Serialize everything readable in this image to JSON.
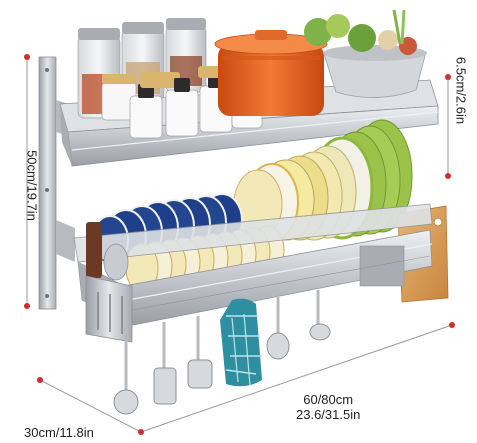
{
  "dimensions": {
    "height_label": "50cm/19.7in",
    "shelf_depth_label": "6.5cm/2.6in",
    "width_label_metric": "60/80cm",
    "width_label_imperial": "23.6/31.5in",
    "depth_label": "30cm/11.8in"
  },
  "colors": {
    "steel": "#c9ccd1",
    "steel_dark": "#8e9298",
    "plate_green": "#9bc34a",
    "plate_yellow": "#e9d96a",
    "plate_blue": "#1f3f8a",
    "pot_orange": "#e8611f",
    "board_wood": "#d59a52",
    "towel_teal": "#2e8fa0",
    "dimension_dot": "#d42c2c"
  },
  "objects": [
    "wall-mounted-dish-rack",
    "spice-jars",
    "seasoning-bottles",
    "orange-storage-pot",
    "vegetable-colander",
    "plates",
    "bowls",
    "cutting-board",
    "utensil-holder",
    "hanging-utensils",
    "towel"
  ]
}
